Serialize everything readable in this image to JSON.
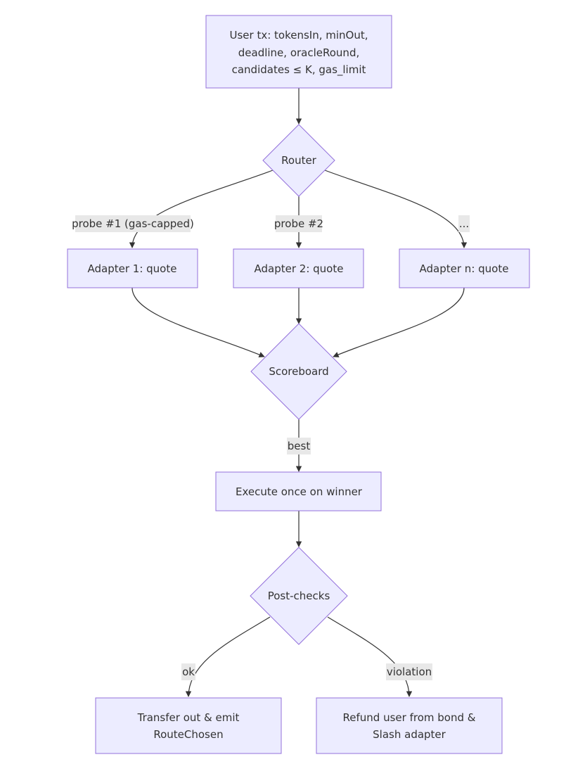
{
  "nodes": {
    "user_tx": {
      "lines": [
        "User tx: tokensIn, minOut,",
        "deadline, oracleRound,",
        "candidates ≤ K, gas_limit"
      ]
    },
    "router": {
      "lines": [
        "Router"
      ]
    },
    "adapter1": {
      "lines": [
        "Adapter 1: quote"
      ]
    },
    "adapter2": {
      "lines": [
        "Adapter 2: quote"
      ]
    },
    "adaptern": {
      "lines": [
        "Adapter n: quote"
      ]
    },
    "scoreboard": {
      "lines": [
        "Scoreboard"
      ]
    },
    "execute": {
      "lines": [
        "Execute once on winner"
      ]
    },
    "postchecks": {
      "lines": [
        "Post-checks"
      ]
    },
    "transfer": {
      "lines": [
        "Transfer out & emit",
        "RouteChosen"
      ]
    },
    "refund": {
      "lines": [
        "Refund user from bond &",
        "Slash adapter"
      ]
    }
  },
  "edge_labels": {
    "probe1": "probe #1 (gas-capped)",
    "probe2": "probe #2",
    "proben": "...",
    "best": "best",
    "ok": "ok",
    "violation": "violation"
  },
  "colors": {
    "node_fill": "#ECECFF",
    "node_stroke": "#9370DB",
    "edge": "#333333",
    "label_bg": "#e8e8e8"
  }
}
